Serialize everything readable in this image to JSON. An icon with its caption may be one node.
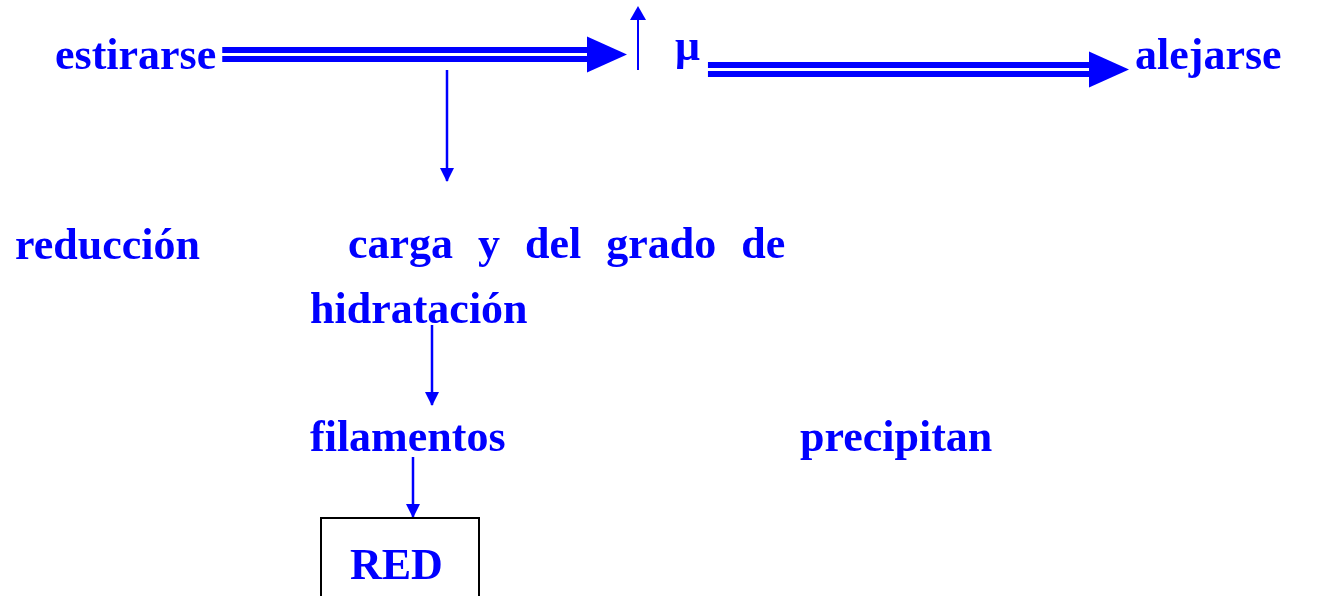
{
  "diagram": {
    "nodes": [
      {
        "text": [
          "estirarse"
        ]
      },
      {
        "text": [
          "μ"
        ]
      },
      {
        "text": [
          "alejarse"
        ]
      },
      {
        "text": [
          "reducción"
        ]
      },
      {
        "text": [
          "carga y del grado de hidratación"
        ]
      },
      {
        "text": [
          "filamentos"
        ]
      },
      {
        "text": [
          "precipitan"
        ]
      },
      {
        "text": [
          "RED"
        ]
      }
    ],
    "edges": [
      {
        "from": 0,
        "to": 1,
        "arrow": "to",
        "style": "thick"
      },
      {
        "from": 1,
        "to": 2,
        "arrow": "to",
        "style": "thick"
      },
      {
        "from": null,
        "to": 4,
        "arrow": "to"
      },
      {
        "from": 4,
        "to": 5,
        "arrow": "to"
      },
      {
        "from": 5,
        "to": 7,
        "arrow": "to"
      }
    ]
  }
}
